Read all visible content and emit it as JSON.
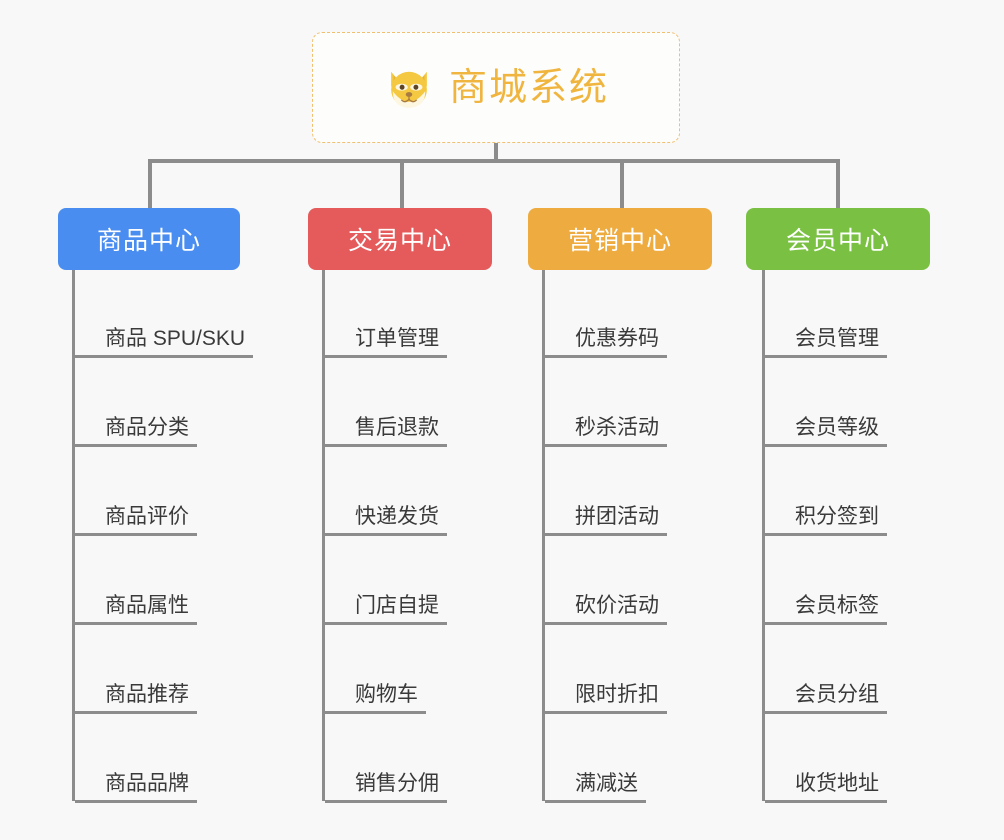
{
  "background_color": "#f8f8f8",
  "connector_color": "#8c8c8c",
  "root": {
    "label": "商城系统",
    "icon": "shiba-dog-face-emoji",
    "text_color": "#f0b53f",
    "border_color": "#f0c070",
    "border_style": "dashed"
  },
  "categories": [
    {
      "label": "商品中心",
      "color": "#4a8df0",
      "items": [
        "商品 SPU/SKU",
        "商品分类",
        "商品评价",
        "商品属性",
        "商品推荐",
        "商品品牌"
      ]
    },
    {
      "label": "交易中心",
      "color": "#e55b5b",
      "items": [
        "订单管理",
        "售后退款",
        "快递发货",
        "门店自提",
        "购物车",
        "销售分佣"
      ]
    },
    {
      "label": "营销中心",
      "color": "#eeab3f",
      "items": [
        "优惠券码",
        "秒杀活动",
        "拼团活动",
        "砍价活动",
        "限时折扣",
        "满减送"
      ]
    },
    {
      "label": "会员中心",
      "color": "#7ac143",
      "items": [
        "会员管理",
        "会员等级",
        "积分签到",
        "会员标签",
        "会员分组",
        "收货地址"
      ]
    }
  ]
}
